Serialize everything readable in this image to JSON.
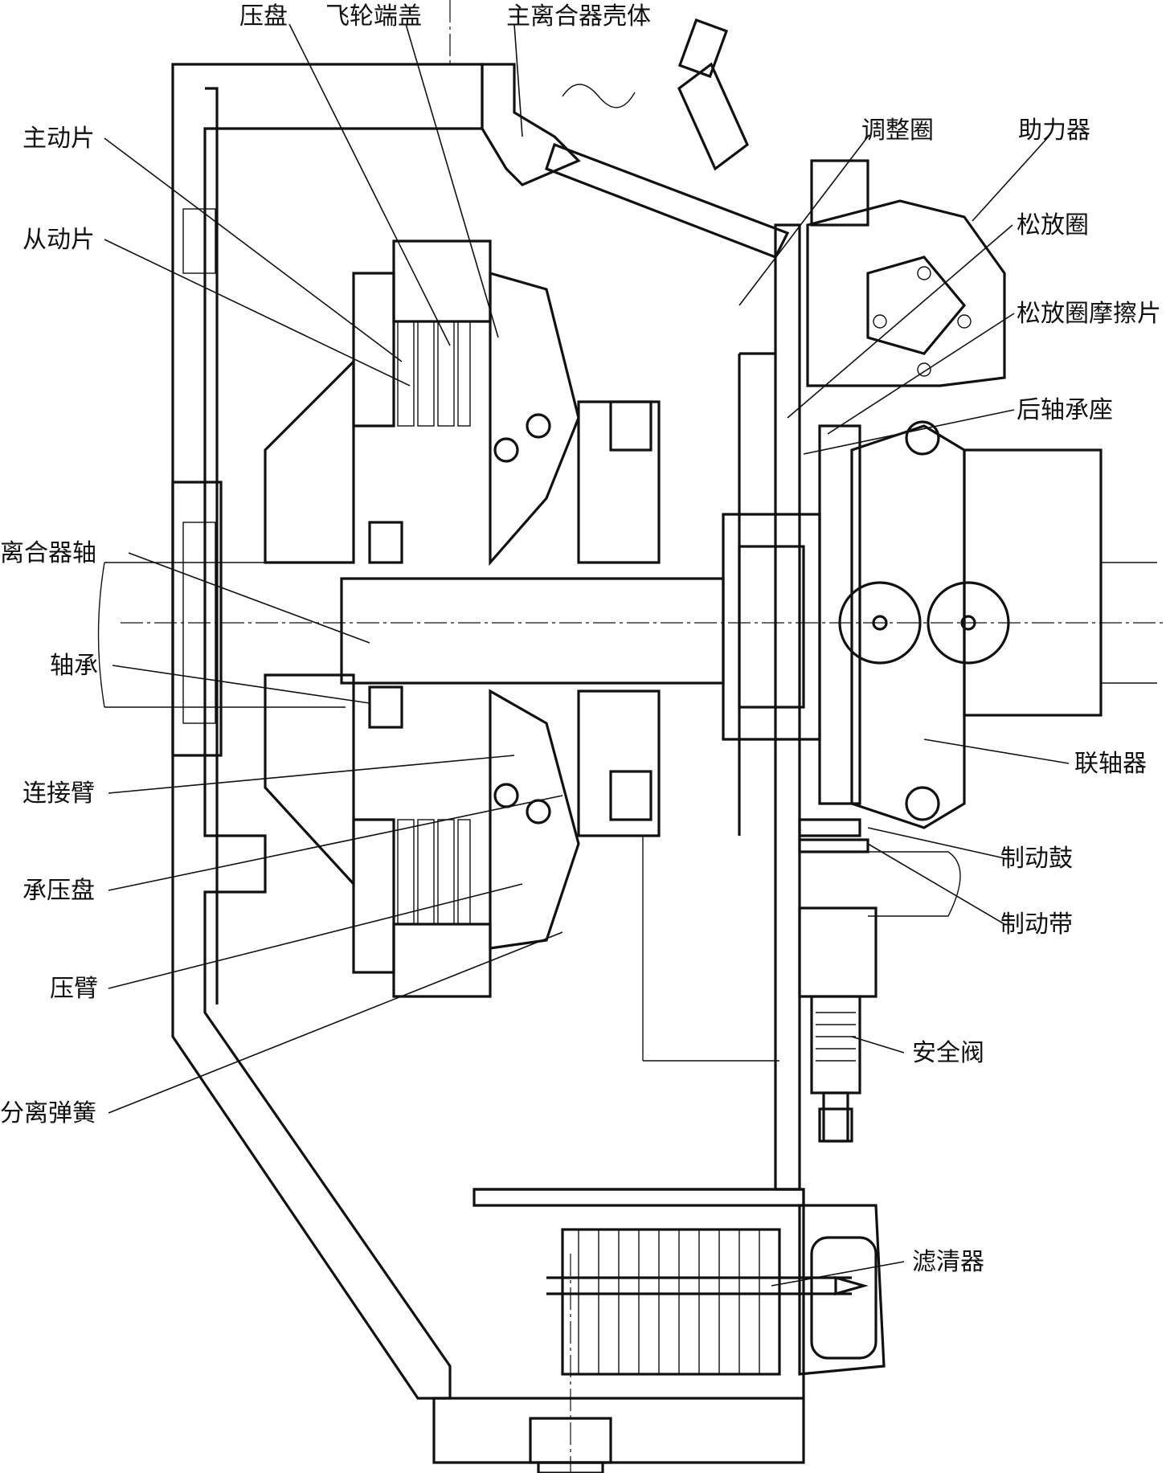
{
  "labels": {
    "pressure_plate": "压盘",
    "flywheel_end_cover": "飞轮端盖",
    "main_clutch_housing": "主离合器壳体",
    "adjusting_ring": "调整圈",
    "booster": "助力器",
    "release_ring": "松放圈",
    "release_ring_friction_plate": "松放圈摩擦片",
    "driving_disc": "主动片",
    "driven_disc": "从动片",
    "rear_bearing_seat": "后轴承座",
    "clutch_shaft": "离合器轴",
    "bearing": "轴承",
    "coupling": "联轴器",
    "connecting_arm": "连接臂",
    "pressure_bearing_disc": "承压盘",
    "brake_drum": "制动鼓",
    "brake_band": "制动带",
    "pressure_arm": "压臂",
    "safety_valve": "安全阀",
    "separation_spring": "分离弹簧",
    "filter": "滤清器"
  },
  "colors": {
    "line": "#111111",
    "background": "#ffffff"
  }
}
